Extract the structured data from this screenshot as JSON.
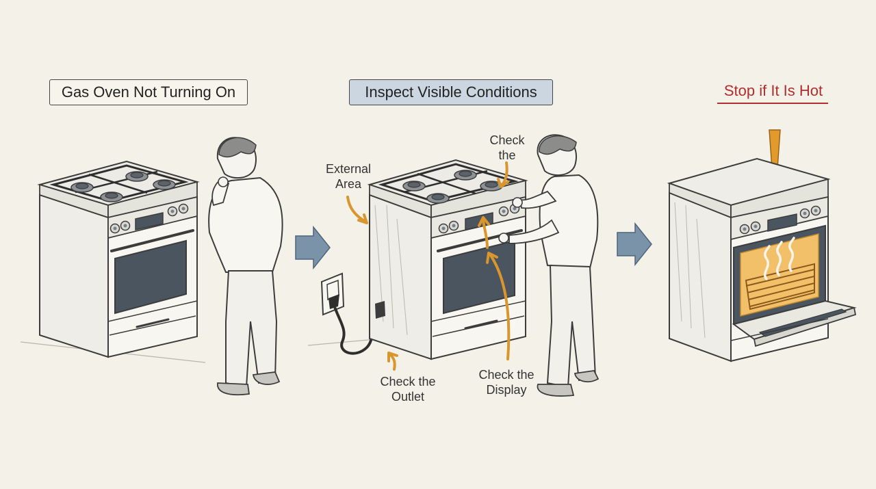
{
  "panels": [
    {
      "title": "Gas Oven Not Turning On"
    },
    {
      "title": "Inspect Visible Conditions"
    },
    {
      "title": "Stop if It Is Hot"
    }
  ],
  "callouts": {
    "external_area": "External\nArea",
    "check_top": "Check\nthe",
    "check_outlet": "Check the\nOutlet",
    "check_display": "Check the\nDisplay"
  },
  "colors": {
    "background": "#f4f1e8",
    "outline": "#3c3c3c",
    "appliance_fill": "#f7f6f1",
    "glass": "#4a5560",
    "step_arrow": "#7b93a8",
    "callout_arrow": "#d9962d",
    "warning": "#e39a2c",
    "hot_glow": "#f3c06a",
    "danger_text": "#b22d2d",
    "title_highlight": "#ccd6e0"
  },
  "icons": [
    "step-arrow-icon",
    "warning-exclamation-icon",
    "heat-waves-icon",
    "power-outlet-icon"
  ]
}
